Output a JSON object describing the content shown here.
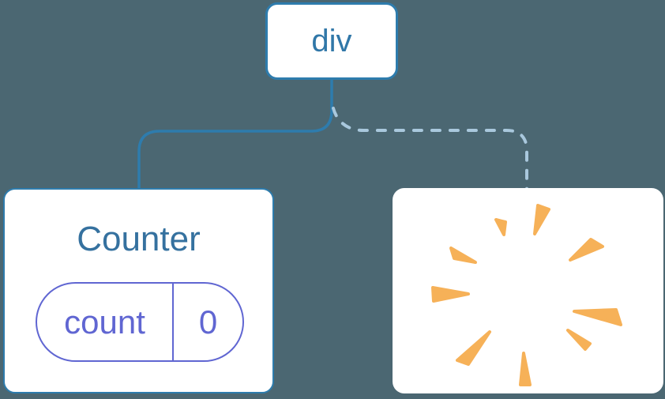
{
  "colors": {
    "background": "#4B6772",
    "node_border_blue": "#2E7CAD",
    "solid_line_blue": "#2E7CAD",
    "dashed_line_blue": "#A9C8DD",
    "root_label_blue": "#3077A8",
    "title_blue": "#35719F",
    "state_purple": "#6066D2",
    "poof_orange": "#F6B158",
    "card_white": "#FFFFFF"
  },
  "tree": {
    "root_label": "div",
    "counter": {
      "title": "Counter",
      "state_key": "count",
      "state_value": "0"
    },
    "removed": {
      "icon": "poof-starburst"
    }
  }
}
